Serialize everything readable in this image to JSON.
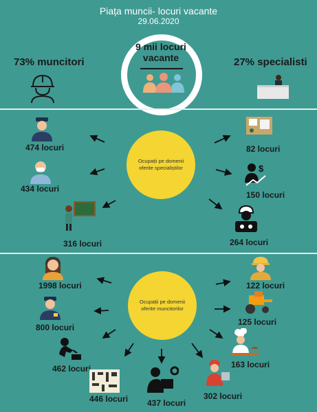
{
  "header": {
    "title": "Piața muncii- locuri vacante",
    "date": "29.06.2020"
  },
  "center": {
    "line1": "9 mii locuri",
    "line2": "vacante",
    "icon": "people-group-icon"
  },
  "left_share": {
    "text": "73%  muncitori",
    "icon": "hardhat-worker-icon"
  },
  "right_share": {
    "text": "27% specialisti",
    "icon": "office-desk-icon"
  },
  "specialists": {
    "hub": "Ocupații pe domenii oferite specialiștilor",
    "items": [
      {
        "label": "474 locuri",
        "icon": "police-officer-icon"
      },
      {
        "label": "434 locuri",
        "icon": "medic-mask-icon"
      },
      {
        "label": "316 locuri",
        "icon": "teacher-board-icon"
      },
      {
        "label": "82 locuri",
        "icon": "design-desk-icon"
      },
      {
        "label": "150  locuri",
        "icon": "finance-growth-icon"
      },
      {
        "label": "264 locuri",
        "icon": "engineer-icon"
      }
    ]
  },
  "workers": {
    "hub": "Ocupații pe domenii oferite muncitorilor",
    "items": [
      {
        "label": "1998 locuri",
        "icon": "call-operator-icon"
      },
      {
        "label": "800 locuri",
        "icon": "guard-icon"
      },
      {
        "label": "462 locuri",
        "icon": "welder-icon"
      },
      {
        "label": "446 locuri",
        "icon": "tools-panel-icon"
      },
      {
        "label": "437 locuri",
        "icon": "technician-laptop-icon"
      },
      {
        "label": "302 locuri",
        "icon": "cashier-icon"
      },
      {
        "label": "163 locuri",
        "icon": "chef-icon"
      },
      {
        "label": "125 locuri",
        "icon": "tractor-icon"
      },
      {
        "label": "122 locuri",
        "icon": "builder-icon"
      }
    ]
  }
}
